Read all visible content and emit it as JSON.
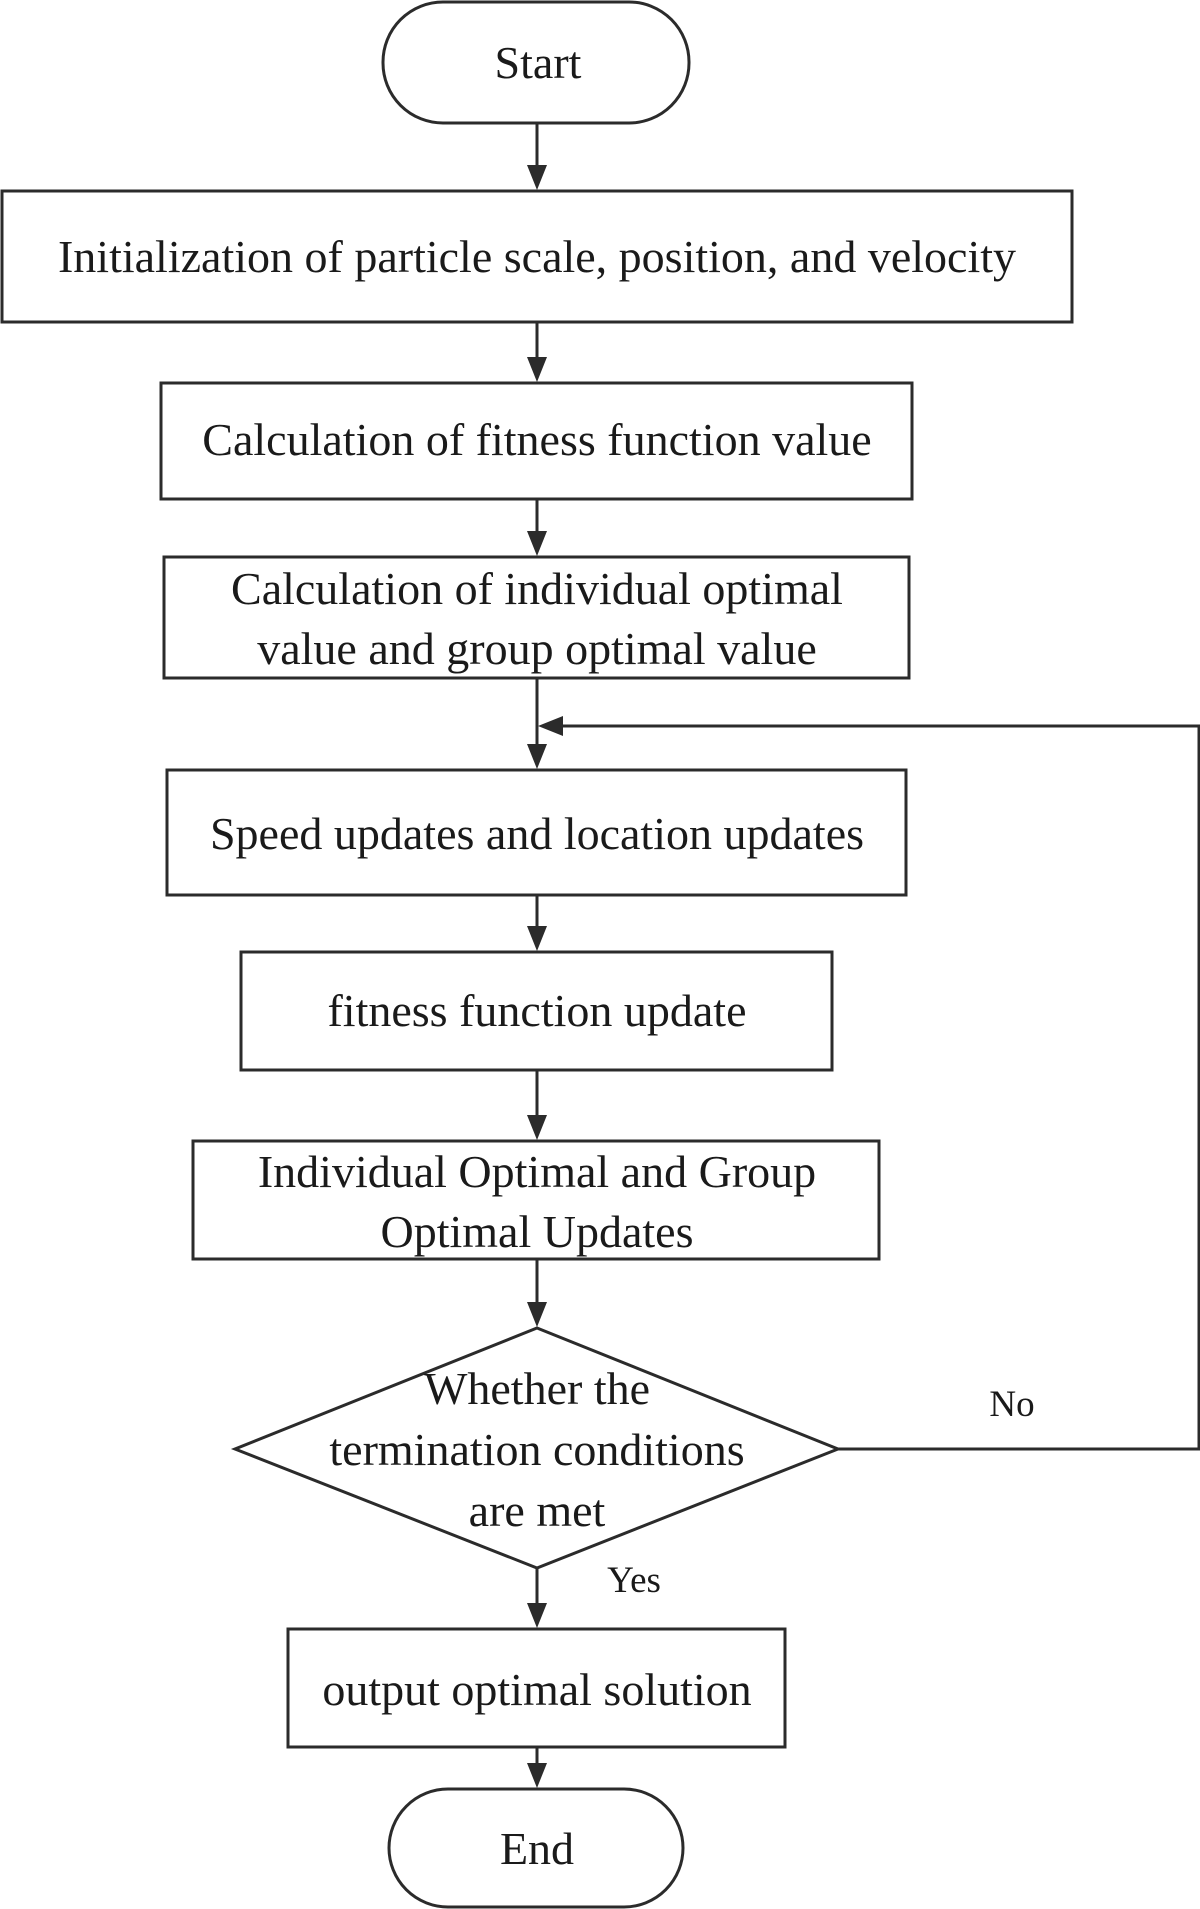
{
  "diagram": {
    "start": "Start",
    "steps": {
      "init": "Initialization of particle scale, position, and velocity",
      "fitness_calc": "Calculation of fitness function value",
      "optimal_calc_line1": "Calculation of individual optimal",
      "optimal_calc_line2": "value and group optimal value",
      "speed_update": "Speed updates and location updates",
      "fitness_update": "fitness function update",
      "optimal_update_line1": "Individual Optimal and Group",
      "optimal_update_line2": "Optimal Updates"
    },
    "decision": {
      "line1": "Whether the",
      "line2": "termination conditions",
      "line3": "are met",
      "no_label": "No",
      "yes_label": "Yes"
    },
    "output": "output optimal solution",
    "end": "End"
  }
}
